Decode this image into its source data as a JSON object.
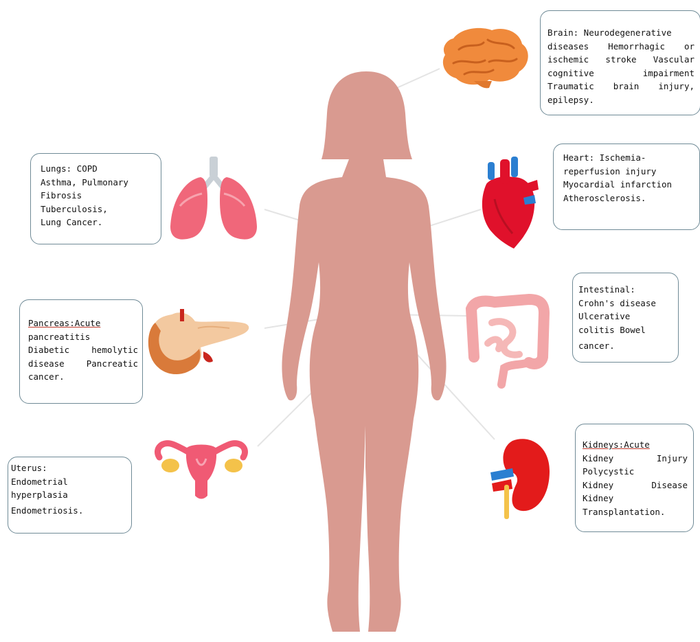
{
  "colors": {
    "silhouette": "#d99a90",
    "connector": "#e8e8e8",
    "box_border": "#6f8a96"
  },
  "organs": {
    "brain": {
      "icon": "brain-icon"
    },
    "lungs": {
      "icon": "lungs-icon"
    },
    "heart": {
      "icon": "heart-icon"
    },
    "pancreas": {
      "icon": "pancreas-icon"
    },
    "intestine": {
      "icon": "intestine-icon"
    },
    "uterus": {
      "icon": "uterus-icon"
    },
    "kidney": {
      "icon": "kidney-icon"
    }
  },
  "boxes": {
    "brain": {
      "l1": "Brain: Neurodegenerative",
      "l2": "diseases Hemorrhagic or",
      "l3": "ischemic stroke Vascular",
      "l4": "cognitive      impairment",
      "l5": "Traumatic brain injury,",
      "l6": "epilepsy."
    },
    "lungs": {
      "l1": "Lungs: COPD",
      "l2": "Asthma, Pulmonary",
      "l3": "Fibrosis",
      "l4": "Tuberculosis,",
      "l5": "Lung Cancer."
    },
    "heart": {
      "l1": "Heart: Ischemia-",
      "l2": "reperfusion injury",
      "l3": "Myocardial infarction",
      "l4": "Atherosclerosis."
    },
    "pancreas": {
      "l1": "Pancreas:Acute",
      "l2": "pancreatitis",
      "l3": "Diabetic hemolytic",
      "l4": "disease Pancreatic",
      "l5": "cancer."
    },
    "intestine": {
      "l1": "Intestinal:",
      "l2": "Crohn's disease",
      "l3": "Ulcerative",
      "l4": "colitis Bowel",
      "l5": "cancer."
    },
    "uterus": {
      "l1": "Uterus:",
      "l2": "Endometrial",
      "l3": "hyperplasia",
      "l4": "Endometriosis."
    },
    "kidney": {
      "l1": "Kidneys:Acute",
      "l2": "Kidney Injury",
      "l3": "Polycystic",
      "l4": "Kidney Disease",
      "l5": "Kidney",
      "l6": "Transplantation."
    }
  }
}
